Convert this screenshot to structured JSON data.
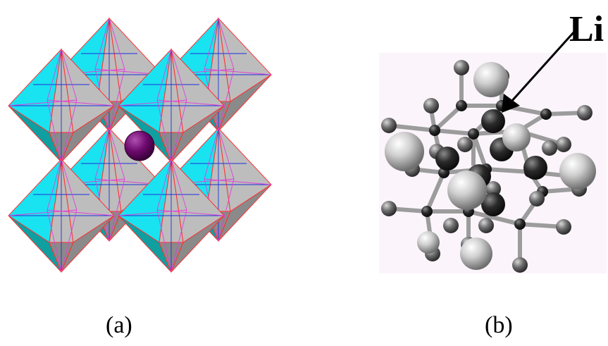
{
  "figure": {
    "caption_a": "(a)",
    "caption_b": "(b)",
    "li_label": "Li"
  },
  "colors": {
    "octahedron_gray": "#bdbdbd",
    "octahedron_dark": "#8a8a8a",
    "octahedron_cyan": "#19e3f0",
    "octahedron_teal": "#0f9fa0",
    "edge_red": "#ff3030",
    "edge_magenta": "#e23fd9",
    "edge_blue": "#1f2fd8",
    "a_site_purple": "#6e0a6f",
    "panel_b_bg": "#fbf5fb",
    "atom_light": "#c9c9c9",
    "atom_mid": "#6f6f6f",
    "atom_dark": "#252525",
    "bond": "#9c9c9c"
  }
}
